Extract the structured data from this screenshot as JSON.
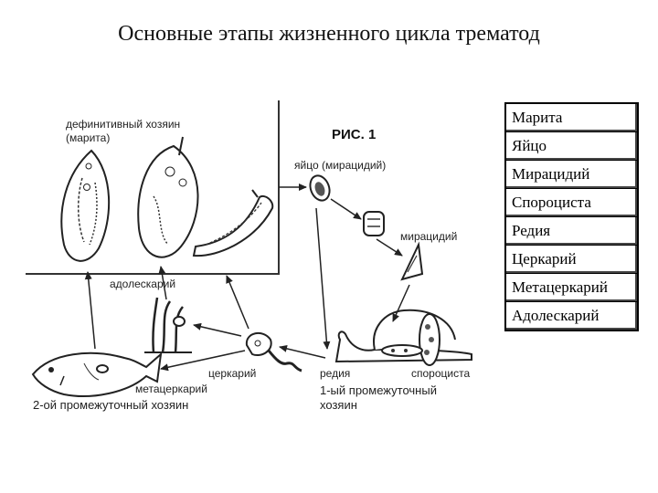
{
  "title": "Основные этапы жизненного цикла трематод",
  "figure": {
    "figure_label": "РИС. 1",
    "labels": {
      "definitive_host_line1": "дефинитивный хозяин",
      "definitive_host_line2": "(марита)",
      "egg": "яйцо (мирацидий)",
      "miracidium": "мирацидий",
      "adolescaria": "адолескарий",
      "cercaria": "церкарий",
      "metacercaria": "метацеркарий",
      "second_host": "2-ой промежуточный хозяин",
      "redia": "редия",
      "sporocyst": "спороциста",
      "first_host_line1": "1-ый промежуточный",
      "first_host_line2": "хозяин"
    }
  },
  "legend": {
    "items": [
      "Марита",
      "Яйцо",
      "Мирацидий",
      "Спороциста",
      "Редия",
      "Церкарий",
      "Метацеркарий",
      "Адолескарий"
    ]
  }
}
